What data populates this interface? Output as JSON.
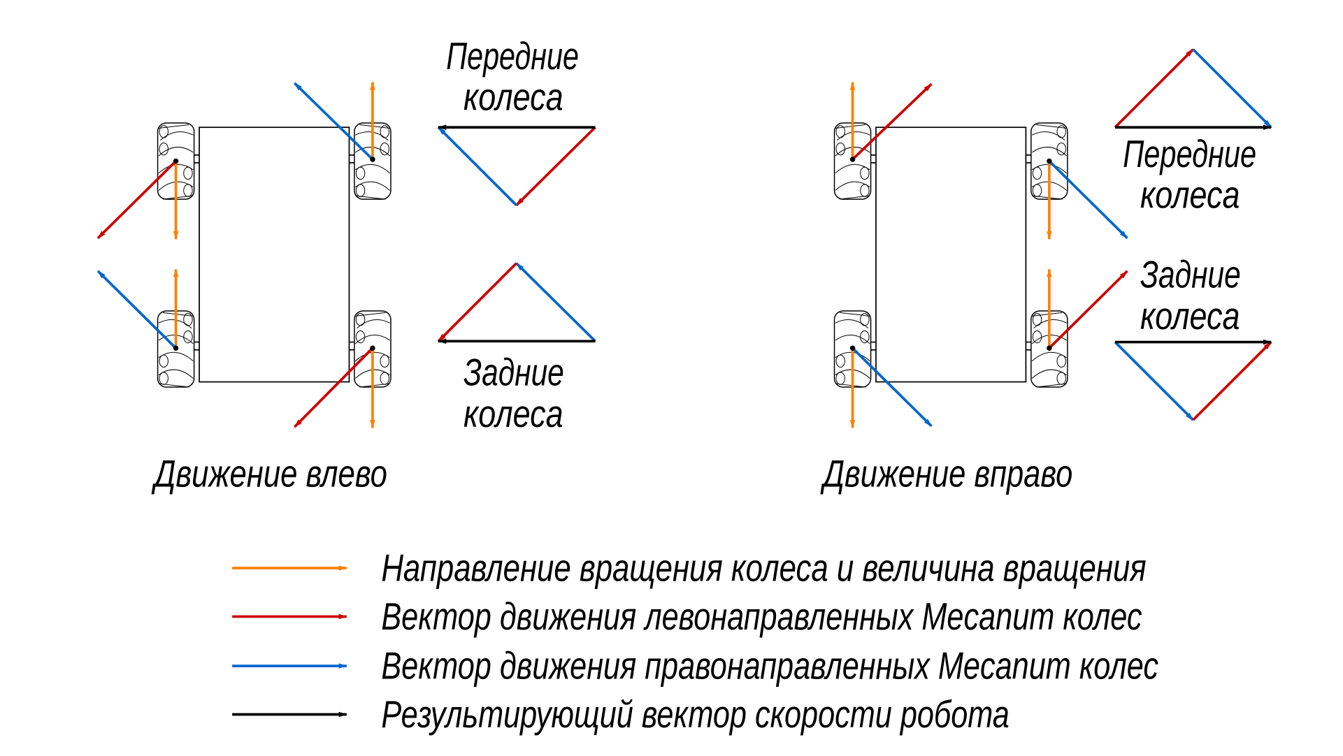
{
  "colors": {
    "orange": "#ff8000",
    "red": "#cc0000",
    "blue": "#0066cc",
    "black": "#000000"
  },
  "left_diagram": {
    "title": "Движение влево",
    "front_label": [
      "Передние",
      "колеса"
    ],
    "rear_label": [
      "Задние",
      "колеса"
    ]
  },
  "right_diagram": {
    "title": "Движение вправо",
    "front_label": [
      "Передние",
      "колеса"
    ],
    "rear_label": [
      "Задние",
      "колеса"
    ]
  },
  "legend": [
    {
      "label": "Направление вращения колеса и величина вращения",
      "color": "orange"
    },
    {
      "label": "Вектор движения левонаправленных Mecanum колес",
      "color": "red"
    },
    {
      "label": "Вектор движения правонаправленных Mecanum колес",
      "color": "blue"
    },
    {
      "label": "Результирующий вектор скорости робота",
      "color": "black"
    }
  ]
}
